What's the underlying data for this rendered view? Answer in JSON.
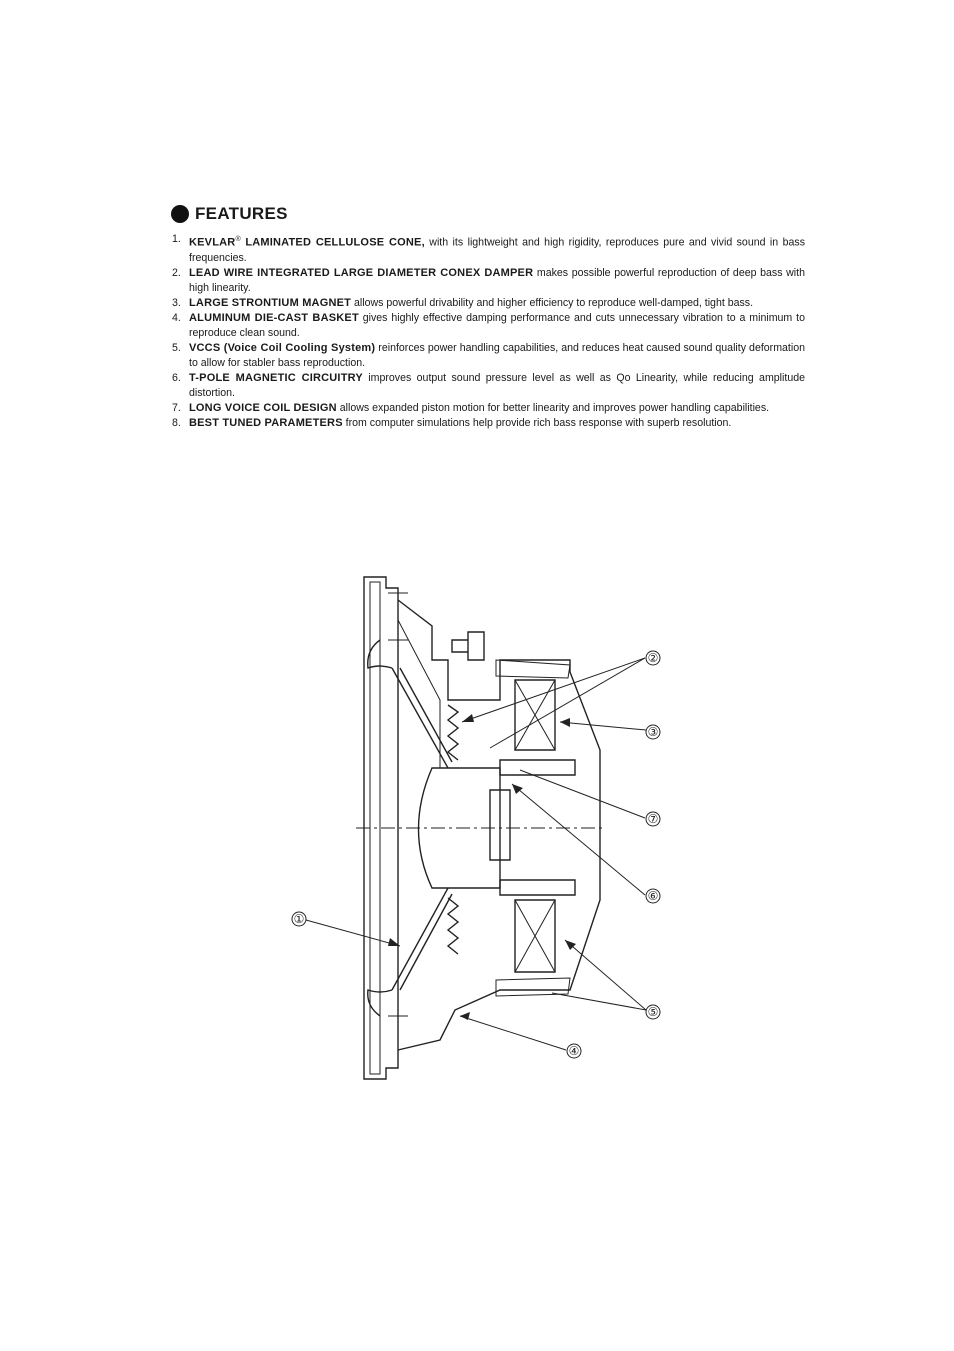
{
  "section": {
    "title": "FEATURES"
  },
  "features": [
    {
      "num": "1.",
      "lead": "KEVLAR",
      "sup": "®",
      "lead2": " LAMINATED CELLULOSE CONE,",
      "text": " with its lightweight and high rigidity, reproduces pure and vivid sound in bass frequencies."
    },
    {
      "num": "2.",
      "lead": "LEAD WIRE INTEGRATED LARGE DIAMETER CONEX DAMPER",
      "text": " makes possible powerful reproduction of deep bass with high linearity."
    },
    {
      "num": "3.",
      "lead": "LARGE STRONTIUM MAGNET",
      "text": " allows powerful drivability and higher efficiency to reproduce well-damped, tight bass."
    },
    {
      "num": "4.",
      "lead": "ALUMINUM DIE-CAST BASKET",
      "text": " gives highly effective damping performance and cuts unnecessary vibration to a minimum to reproduce clean sound."
    },
    {
      "num": "5.",
      "lead": "VCCS (Voice Coil Cooling System)",
      "text": " reinforces power handling capabilities, and reduces heat caused sound quality deformation to allow for stabler bass reproduction."
    },
    {
      "num": "6.",
      "lead": "T-POLE MAGNETIC CIRCUITRY",
      "text": " improves output sound pressure level as well as Qo Linearity, while reducing amplitude distortion."
    },
    {
      "num": "7.",
      "lead": "LONG VOICE COIL DESIGN",
      "text": " allows expanded piston motion for better linearity and improves power handling capabilities."
    },
    {
      "num": "8.",
      "lead": "BEST TUNED PARAMETERS",
      "text": " from computer simulations help provide rich bass response with superb resolution."
    }
  ],
  "diagram": {
    "callouts": [
      "①",
      "②",
      "③",
      "④",
      "⑤",
      "⑥",
      "⑦"
    ]
  }
}
